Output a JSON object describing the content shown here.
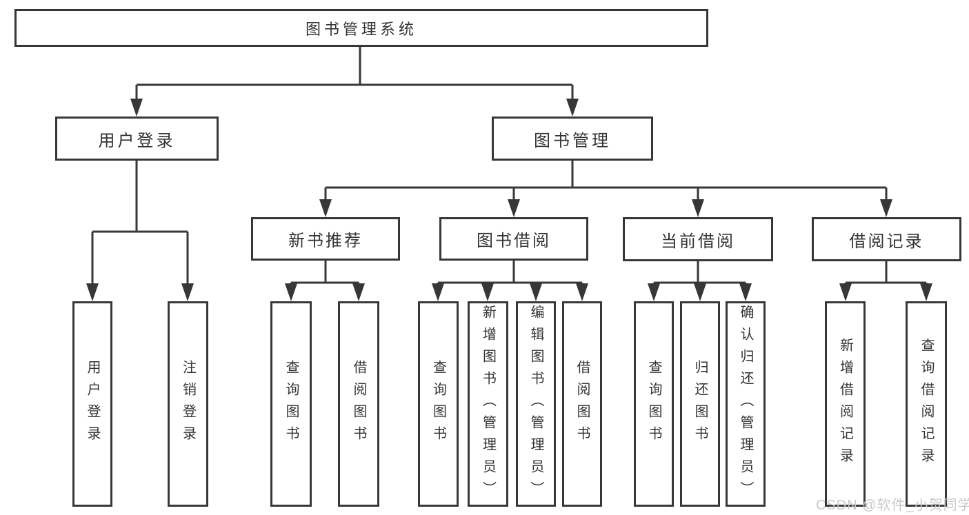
{
  "colors": {
    "line": "#373737",
    "text": "#333333",
    "box_bg": "#ffffff",
    "page_bg": "#ffffff"
  },
  "watermark": {
    "text": "CSDN @软件_小贺同学",
    "color": "#c9c9c9"
  },
  "tree": {
    "root": {
      "label": "图书管理系统"
    },
    "children": [
      {
        "label": "用户登录",
        "children": [
          {
            "label": "用户登录"
          },
          {
            "label": "注销登录"
          }
        ]
      },
      {
        "label": "图书管理",
        "children": [
          {
            "label": "新书推荐",
            "children": [
              {
                "label": "查询图书"
              },
              {
                "label": "借阅图书"
              }
            ]
          },
          {
            "label": "图书借阅",
            "children": [
              {
                "label": "查询图书"
              },
              {
                "label": "新增图书（管理员）"
              },
              {
                "label": "编辑图书（管理员）"
              },
              {
                "label": "借阅图书"
              }
            ]
          },
          {
            "label": "当前借阅",
            "children": [
              {
                "label": "查询图书"
              },
              {
                "label": "归还图书"
              },
              {
                "label": "确认归还（管理员）"
              }
            ]
          },
          {
            "label": "借阅记录",
            "children": [
              {
                "label": "新增借阅记录"
              },
              {
                "label": "查询借阅记录"
              }
            ]
          }
        ]
      }
    ]
  }
}
